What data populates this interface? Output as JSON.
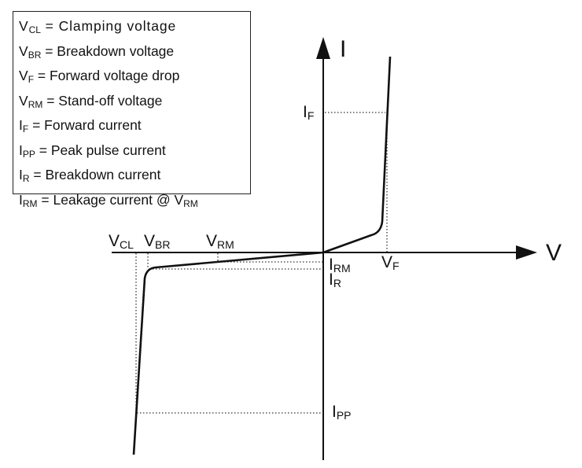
{
  "legend": {
    "items": [
      {
        "sym": "V",
        "sub": "CL",
        "desc": " = Clamping voltage"
      },
      {
        "sym": "V",
        "sub": "BR",
        "desc": " = Breakdown voltage"
      },
      {
        "sym": "V",
        "sub": "F",
        "desc": " = Forward voltage drop"
      },
      {
        "sym": "V",
        "sub": "RM",
        "desc": " = Stand-off voltage"
      },
      {
        "sym": "I",
        "sub": "F",
        "desc": " = Forward current"
      },
      {
        "sym": "I",
        "sub": "PP",
        "desc": " = Peak pulse current"
      },
      {
        "sym": "I",
        "sub": "R",
        "desc": " = Breakdown current"
      },
      {
        "sym": "I",
        "sub": "RM",
        "desc": " = Leakage current @ V",
        "tail_sub": "RM"
      }
    ]
  },
  "axes": {
    "x_label": "V",
    "y_label": "I"
  },
  "markers": {
    "v_cl": {
      "sym": "V",
      "sub": "CL"
    },
    "v_br": {
      "sym": "V",
      "sub": "BR"
    },
    "v_rm": {
      "sym": "V",
      "sub": "RM"
    },
    "v_f": {
      "sym": "V",
      "sub": "F"
    },
    "i_f": {
      "sym": "I",
      "sub": "F"
    },
    "i_rm": {
      "sym": "I",
      "sub": "RM"
    },
    "i_r": {
      "sym": "I",
      "sub": "R"
    },
    "i_pp": {
      "sym": "I",
      "sub": "PP"
    }
  },
  "colors": {
    "line": "#111111",
    "guide": "#333333"
  }
}
